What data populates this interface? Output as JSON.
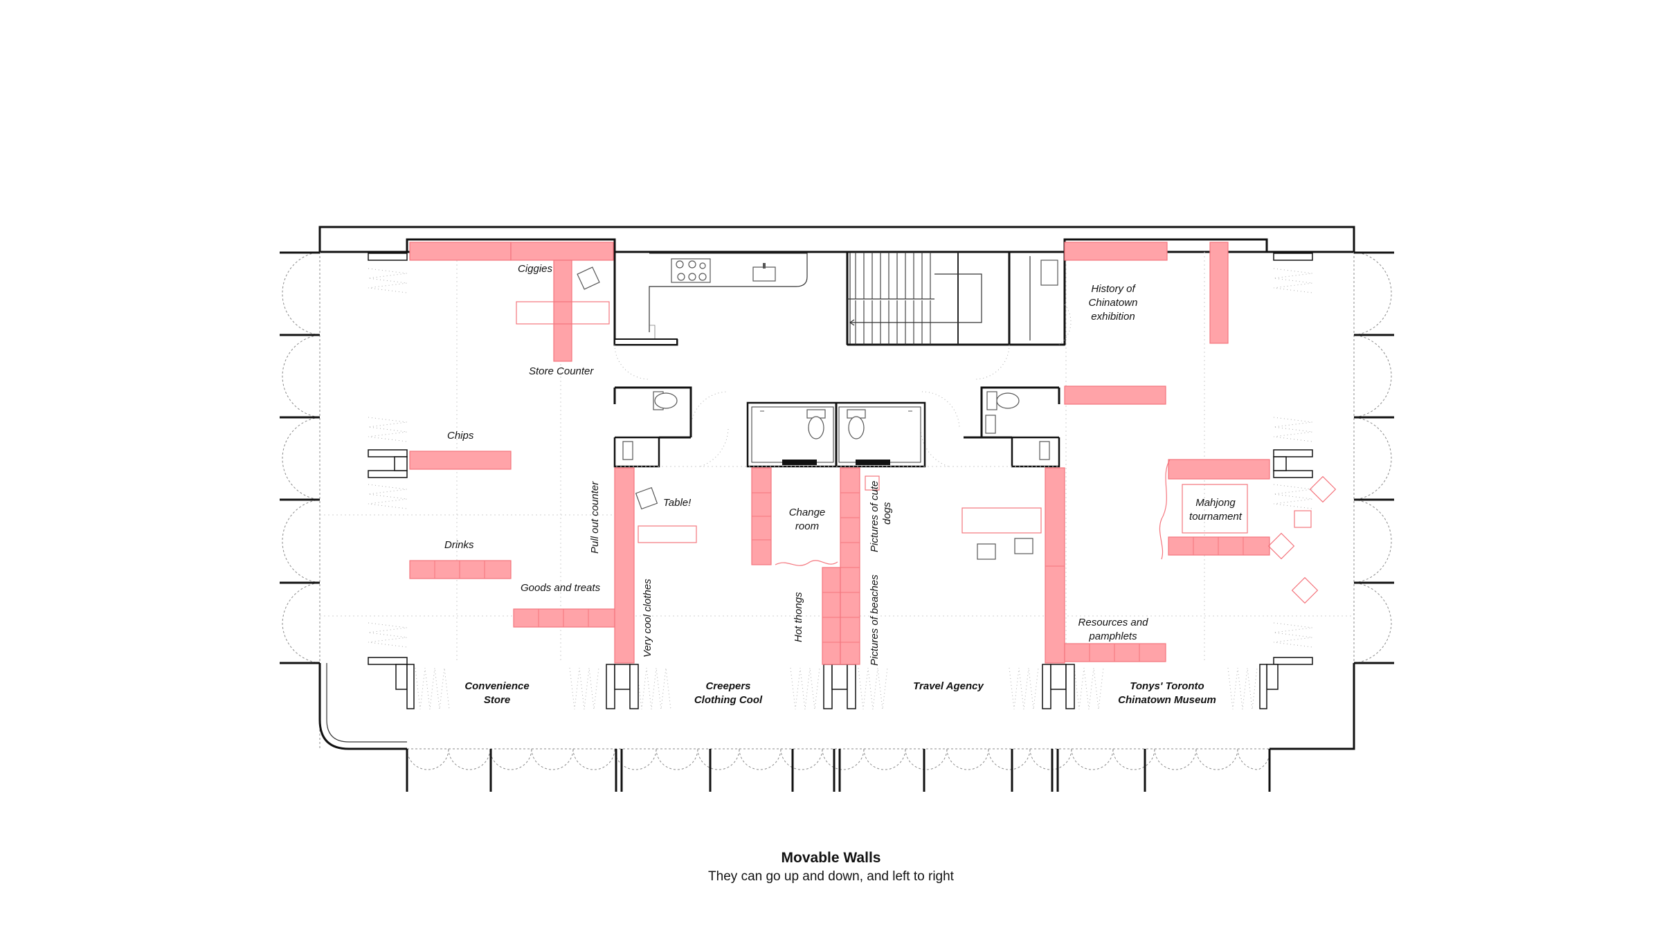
{
  "caption": {
    "title": "Movable Walls",
    "subtitle": "They can go up and down, and left to right"
  },
  "shops": {
    "convenience_1": "Convenience",
    "convenience_2": "Store",
    "creepers_1": "Creepers",
    "creepers_2": "Clothing Cool",
    "travel": "Travel Agency",
    "museum_1": "Tonys' Toronto",
    "museum_2": "Chinatown Museum"
  },
  "labels": {
    "ciggies": "Ciggies",
    "store_counter": "Store Counter",
    "chips": "Chips",
    "drinks": "Drinks",
    "goods": "Goods and treats",
    "pull_out": "Pull out counter",
    "table": "Table!",
    "very_cool": "Very cool clothes",
    "change_1": "Change",
    "change_2": "room",
    "cute_dogs_1": "Pictures of cute",
    "cute_dogs_2": "dogs",
    "hot_thongs": "Hot thongs",
    "beaches": "Pictures of beaches",
    "history_1": "History of",
    "history_2": "Chinatown",
    "history_3": "exhibition",
    "mahjong_1": "Mahjong",
    "mahjong_2": "tournament",
    "resources_1": "Resources and",
    "resources_2": "pamphlets"
  },
  "colors": {
    "movable_wall_fill": "#ffa3a8",
    "movable_wall_stroke": "#f4747c",
    "wall": "#111111"
  },
  "icons": [
    "door-swing-icon",
    "toilet-icon",
    "sink-icon",
    "stove-icon",
    "chair-icon",
    "stair-icon"
  ]
}
